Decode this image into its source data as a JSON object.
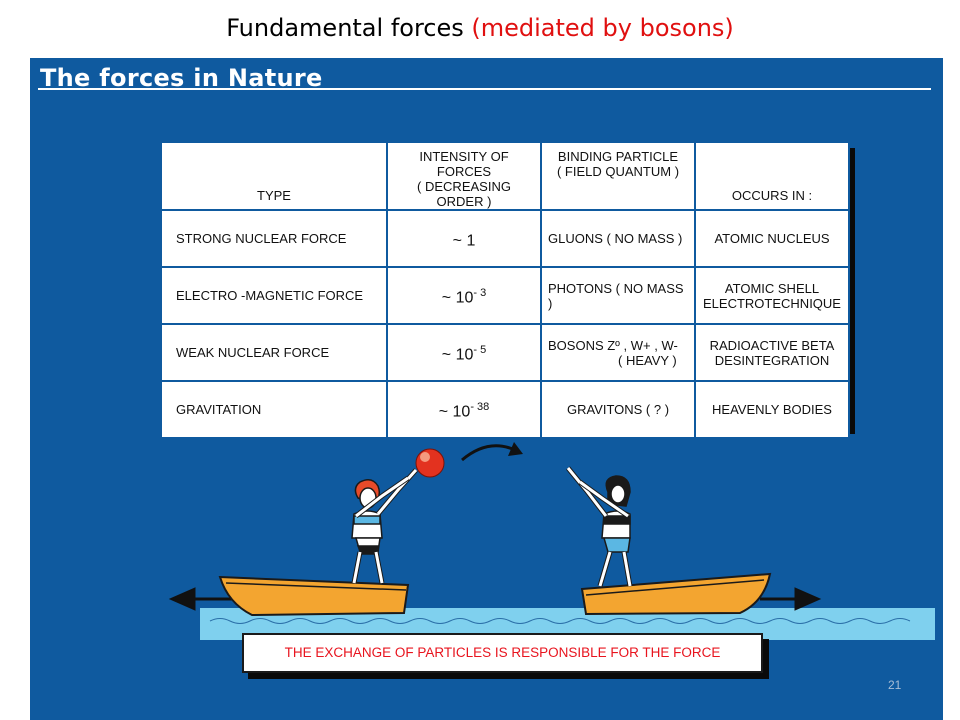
{
  "slide": {
    "title_main": "Fundamental forces",
    "title_paren": "(mediated by bosons)",
    "page_number": "21"
  },
  "panel": {
    "heading": "The forces in Nature"
  },
  "table": {
    "headers": {
      "type": "TYPE",
      "intensity_l1": "INTENSITY OF FORCES",
      "intensity_l2": "( DECREASING ORDER )",
      "particle_l1": "BINDING PARTICLE",
      "particle_l2": "( FIELD QUANTUM )",
      "occurs": "OCCURS IN :"
    },
    "rows": [
      {
        "type": "STRONG NUCLEAR FORCE",
        "intensity_base": "~  1",
        "intensity_exp": "",
        "particle_l1": "GLUONS    ( NO MASS )",
        "particle_l2": "",
        "occurs_l1": "ATOMIC NUCLEUS",
        "occurs_l2": ""
      },
      {
        "type": "ELECTRO -MAGNETIC FORCE",
        "intensity_base": "~  10",
        "intensity_exp": "- 3",
        "particle_l1": "PHOTONS  ( NO MASS )",
        "particle_l2": "",
        "occurs_l1": "ATOMIC SHELL",
        "occurs_l2": "ELECTROTECHNIQUE"
      },
      {
        "type": "WEAK NUCLEAR FORCE",
        "intensity_base": "~  10",
        "intensity_exp": "- 5",
        "particle_l1": "BOSONS     Zº , W+ , W-",
        "particle_l2": "( HEAVY )",
        "occurs_l1": "RADIOACTIVE BETA",
        "occurs_l2": "DESINTEGRATION"
      },
      {
        "type": "GRAVITATION",
        "intensity_base": "~  10",
        "intensity_exp": "- 38",
        "particle_l1": "GRAVITONS ( ? )",
        "particle_l2": "",
        "occurs_l1": "HEAVENLY BODIES",
        "occurs_l2": ""
      }
    ]
  },
  "illustration": {
    "caption": "THE EXCHANGE OF PARTICLES IS RESPONSIBLE FOR THE FORCE"
  },
  "colors": {
    "panel_blue": "#0f5a9f",
    "title_red": "#e01010",
    "caption_red": "#e8141e",
    "boat_orange": "#f3a530",
    "water_cyan": "#7fd0ee"
  }
}
